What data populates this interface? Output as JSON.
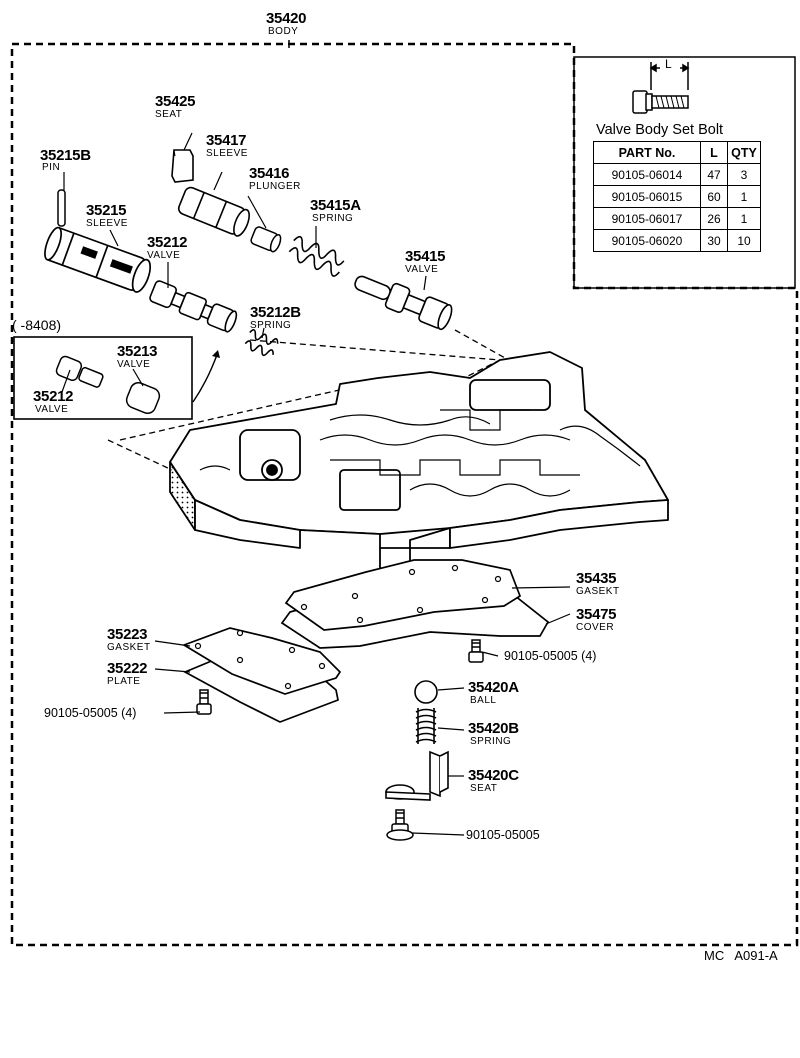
{
  "header": {
    "part_number": "35420",
    "part_name": "BODY"
  },
  "callouts": [
    {
      "id": "seat-35425",
      "number": "35425",
      "name": "SEAT"
    },
    {
      "id": "pin-35215b",
      "number": "35215B",
      "name": "PIN"
    },
    {
      "id": "sleeve-35417",
      "number": "35417",
      "name": "SLEEVE"
    },
    {
      "id": "plunger-35416",
      "number": "35416",
      "name": "PLUNGER"
    },
    {
      "id": "spring-35415a",
      "number": "35415A",
      "name": "SPRING"
    },
    {
      "id": "sleeve-35215",
      "number": "35215",
      "name": "SLEEVE"
    },
    {
      "id": "valve-35212",
      "number": "35212",
      "name": "VALVE"
    },
    {
      "id": "valve-35415",
      "number": "35415",
      "name": "VALVE"
    },
    {
      "id": "spring-35212b",
      "number": "35212B",
      "name": "SPRING"
    },
    {
      "id": "valve-35213",
      "number": "35213",
      "name": "VALVE"
    },
    {
      "id": "valve-35212-inset",
      "number": "35212",
      "name": "VALVE"
    },
    {
      "id": "gasket-35435",
      "number": "35435",
      "name": "GASEKT"
    },
    {
      "id": "cover-35475",
      "number": "35475",
      "name": "COVER"
    },
    {
      "id": "gasket-35223",
      "number": "35223",
      "name": "GASKET"
    },
    {
      "id": "plate-35222",
      "number": "35222",
      "name": "PLATE"
    },
    {
      "id": "ball-35420a",
      "number": "35420A",
      "name": "BALL"
    },
    {
      "id": "spring-35420b",
      "number": "35420B",
      "name": "SPRING"
    },
    {
      "id": "seat-35420c",
      "number": "35420C",
      "name": "SEAT"
    }
  ],
  "bolt_labels": {
    "cover_bolt": "90105-05005 (4)",
    "plate_bolt": "90105-05005 (4)",
    "seat_bolt": "90105-05005"
  },
  "inset_label": "(     -8408)",
  "bolt_table": {
    "dimension_label": "L",
    "title": "Valve Body Set Bolt",
    "headers": [
      "PART No.",
      "L",
      "QTY"
    ],
    "rows": [
      [
        "90105-06014",
        "47",
        "3"
      ],
      [
        "90105-06015",
        "60",
        "1"
      ],
      [
        "90105-06017",
        "26",
        "1"
      ],
      [
        "90105-06020",
        "30",
        "10"
      ]
    ]
  },
  "footer": "MC   A091-A"
}
